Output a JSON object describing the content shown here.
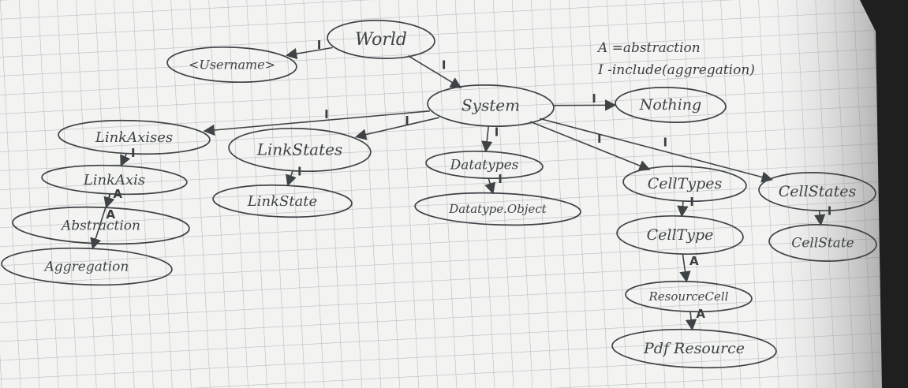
{
  "legend": {
    "line1": "A =abstraction",
    "line2": "I -include(aggregation)"
  },
  "nodes": [
    {
      "id": "world",
      "label": "World"
    },
    {
      "id": "username",
      "label": "<Username>"
    },
    {
      "id": "system",
      "label": "System"
    },
    {
      "id": "nothing",
      "label": "Nothing"
    },
    {
      "id": "linkaxises",
      "label": "LinkAxises"
    },
    {
      "id": "linkstates",
      "label": "LinkStates"
    },
    {
      "id": "datatypes",
      "label": "Datatypes"
    },
    {
      "id": "celltypes",
      "label": "CellTypes"
    },
    {
      "id": "cellstates",
      "label": "CellStates"
    },
    {
      "id": "linkaxis",
      "label": "LinkAxis"
    },
    {
      "id": "linkstate",
      "label": "LinkState"
    },
    {
      "id": "datatypeobject",
      "label": "Datatype.Object"
    },
    {
      "id": "celltype",
      "label": "CellType"
    },
    {
      "id": "cellstate",
      "label": "CellState"
    },
    {
      "id": "abstraction",
      "label": "Abstraction"
    },
    {
      "id": "aggregation",
      "label": "Aggregation"
    },
    {
      "id": "resourcecell",
      "label": "ResourceCell"
    },
    {
      "id": "pdfresource",
      "label": "Pdf Resource"
    }
  ],
  "edges": [
    {
      "from": "world",
      "to": "username",
      "label": "I"
    },
    {
      "from": "world",
      "to": "system",
      "label": "I"
    },
    {
      "from": "system",
      "to": "nothing",
      "label": "I"
    },
    {
      "from": "system",
      "to": "linkaxises",
      "label": "I"
    },
    {
      "from": "system",
      "to": "linkstates",
      "label": "I"
    },
    {
      "from": "system",
      "to": "datatypes",
      "label": "I"
    },
    {
      "from": "system",
      "to": "celltypes",
      "label": "I"
    },
    {
      "from": "system",
      "to": "cellstates",
      "label": "I"
    },
    {
      "from": "linkaxises",
      "to": "linkaxis",
      "label": "I"
    },
    {
      "from": "linkstates",
      "to": "linkstate",
      "label": "I"
    },
    {
      "from": "datatypes",
      "to": "datatypeobject",
      "label": "I"
    },
    {
      "from": "celltypes",
      "to": "celltype",
      "label": "I"
    },
    {
      "from": "cellstates",
      "to": "cellstate",
      "label": "I"
    },
    {
      "from": "linkaxis",
      "to": "abstraction",
      "label": "A"
    },
    {
      "from": "linkaxis",
      "to": "aggregation",
      "label": "A"
    },
    {
      "from": "celltype",
      "to": "resourcecell",
      "label": "A"
    },
    {
      "from": "resourcecell",
      "to": "pdfresource",
      "label": "A"
    }
  ]
}
